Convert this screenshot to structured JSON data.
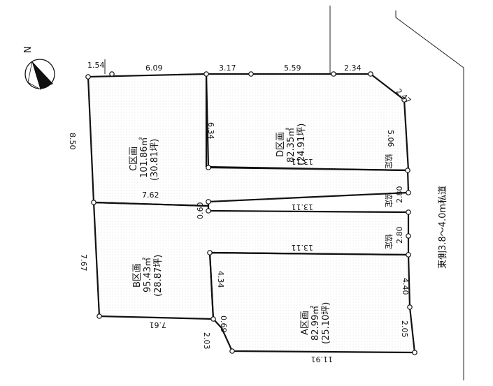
{
  "compass": {
    "label": "N"
  },
  "road": {
    "label": "東側3.8～4.0m私道"
  },
  "plots": {
    "A": {
      "name": "A区画",
      "area_m2": "82.99㎡",
      "area_tsubo": "(25.10坪)"
    },
    "B": {
      "name": "B区画",
      "area_m2": "95.43㎡",
      "area_tsubo": "(28.87坪)"
    },
    "C": {
      "name": "C区画",
      "area_m2": "101.86㎡",
      "area_tsubo": "(30.81坪)"
    },
    "D": {
      "name": "D区画",
      "area_m2": "82.35㎡",
      "area_tsubo": "(24.91坪)"
    }
  },
  "dimensions": {
    "top_154": "1.54",
    "top_609": "6.09",
    "top_317": "3.17",
    "top_559": "5.59",
    "top_234": "2.34",
    "corner_247": "2.47",
    "right_506": "5.06",
    "left_850": "8.50",
    "d_left_634": "6.34",
    "mid_1311_1": "13.11",
    "mid_762": "7.62",
    "mid_060": "0.60",
    "mid_1311_2": "13.11",
    "mid_1311_3": "13.11",
    "left_767": "7.67",
    "a_left_434": "4.34",
    "right_440": "4.40",
    "bot_761": "7.61",
    "a_069": "0.69",
    "a_203": "2.03",
    "right_205": "2.05",
    "bot_1191": "11.91",
    "kotei_1": "協定",
    "kotei_2": "協定",
    "kotei_3": "協定",
    "w_280_1": "2.80",
    "w_280_2": "2.80"
  }
}
